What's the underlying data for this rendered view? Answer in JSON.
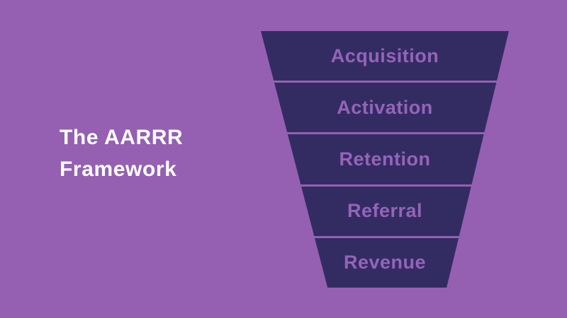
{
  "title": {
    "line1": "The AARRR",
    "line2": "Framework"
  },
  "funnel": {
    "stages": [
      {
        "label": "Acquisition"
      },
      {
        "label": "Activation"
      },
      {
        "label": "Retention"
      },
      {
        "label": "Referral"
      },
      {
        "label": "Revenue"
      }
    ]
  },
  "colors": {
    "background": "#9560b2",
    "funnel_fill": "#332c63",
    "stage_label": "#9464b8",
    "title_text": "#ffffff"
  }
}
